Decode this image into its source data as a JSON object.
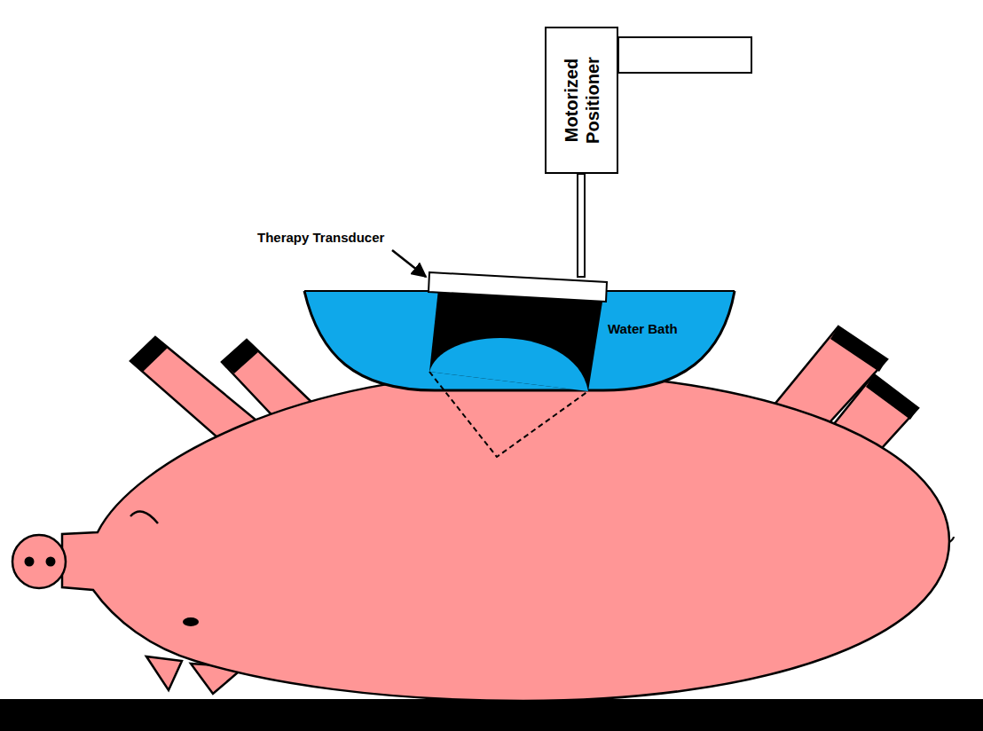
{
  "diagram": {
    "nodes": [
      {
        "text": [
          "Motorized Positioner"
        ]
      },
      {
        "text": [
          "Water Bath"
        ]
      }
    ],
    "edges": [],
    "labels": [
      "Therapy Transducer"
    ]
  }
}
